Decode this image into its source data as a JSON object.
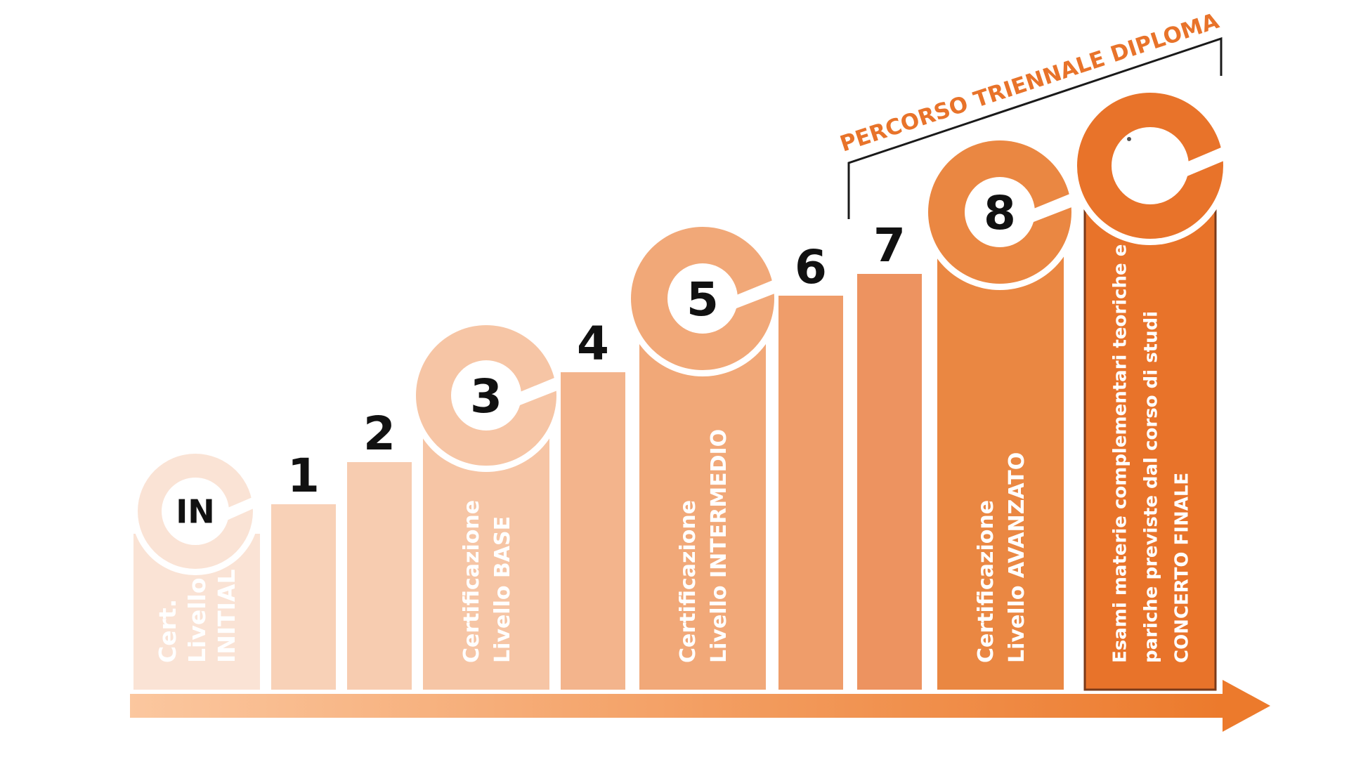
{
  "bracket_label": "PERCORSO TRIENNALE DIPLOMA",
  "steps": [
    {
      "number": "IN",
      "color": "#fae3d5",
      "label_lines": [
        "Cert.",
        "Livello",
        "INITIAL"
      ]
    },
    {
      "number": "1",
      "color": "#f8d1b7"
    },
    {
      "number": "2",
      "color": "#f7ccb0"
    },
    {
      "number": "3",
      "color": "#f6c5a5",
      "label_lines": [
        "Certificazione",
        "Livello BASE"
      ]
    },
    {
      "number": "4",
      "color": "#f3b48c"
    },
    {
      "number": "5",
      "color": "#f1a878",
      "label_lines": [
        "Certificazione",
        "Livello INTERMEDIO"
      ]
    },
    {
      "number": "6",
      "color": "#ef9d6a"
    },
    {
      "number": "7",
      "color": "#ed9360"
    },
    {
      "number": "8",
      "color": "#ea8742",
      "label_lines": [
        "Certificazione",
        "Livello AVANZATO"
      ]
    },
    {
      "number": "",
      "color": "#e8732a",
      "label_lines": [
        "Esami materie complementari teoriche e",
        "pariche previste dal corso di studi",
        "CONCERTO FINALE"
      ]
    }
  ],
  "colors": {
    "arrow_start": "#fbc79f",
    "arrow_end": "#ec7a2c",
    "bracket_text": "#e8732a",
    "bracket_line": "#1a1a1a",
    "final_border": "#7a3a1a"
  }
}
